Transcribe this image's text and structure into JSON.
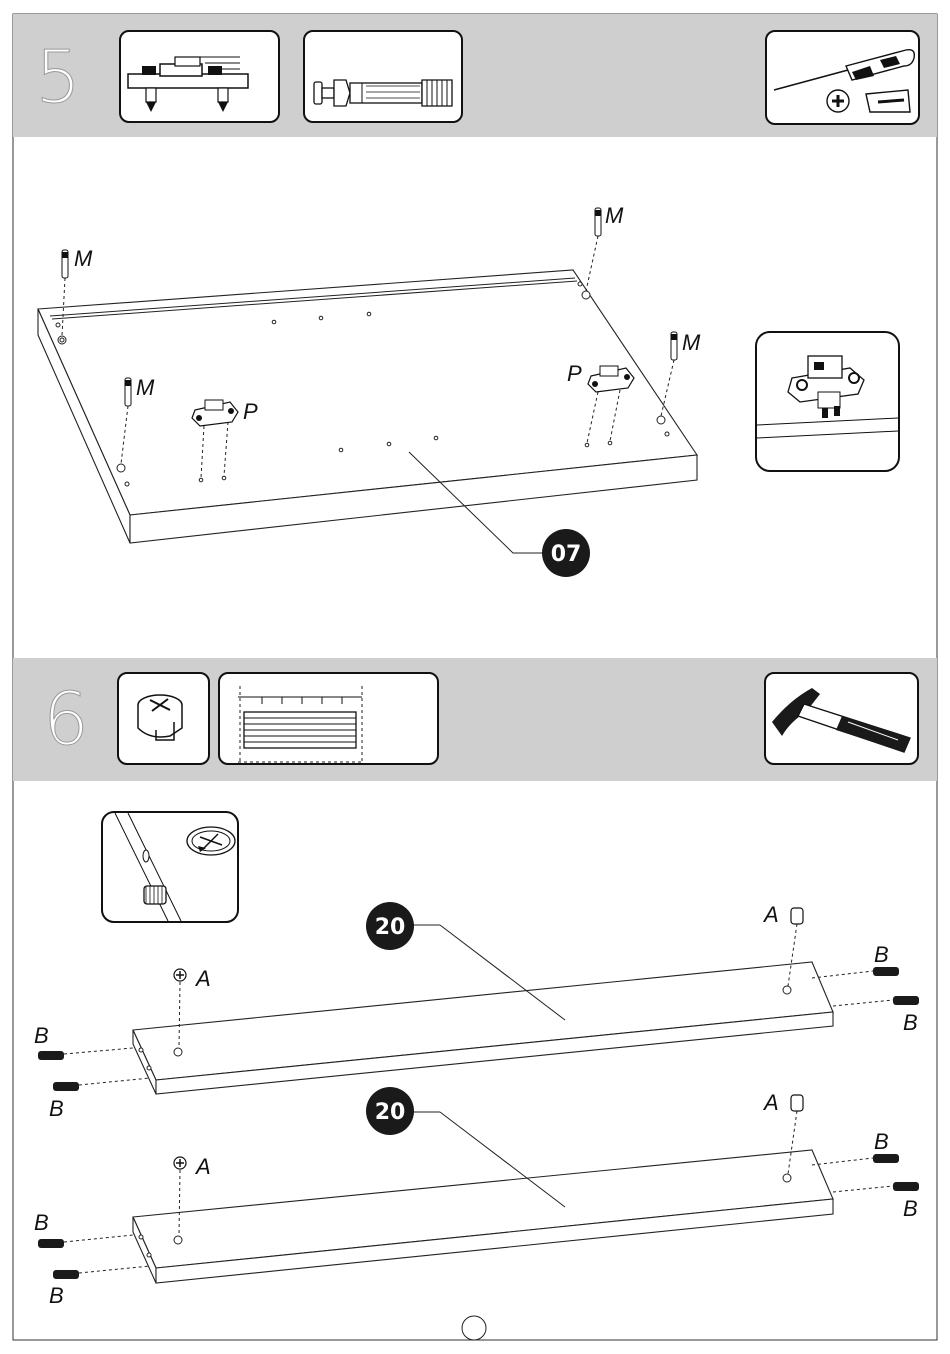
{
  "steps": [
    {
      "number": "5",
      "callout": "07",
      "labels": {
        "cam_bolt": "M",
        "hinge_plate": "P"
      }
    },
    {
      "number": "6",
      "callout_top": "20",
      "callout_bottom": "20",
      "labels": {
        "cam_lock": "A",
        "dowel": "B"
      }
    }
  ],
  "colors": {
    "header_band": "#cfcfcf",
    "callout_fill": "#1a1a1a",
    "line": "#222222"
  },
  "icons": [
    "hinge-plate-icon",
    "cam-bolt-icon",
    "screwdriver-icon",
    "cam-lock-icon",
    "wooden-dowel-icon",
    "hammer-icon"
  ],
  "footer": {
    "page_number": ""
  }
}
